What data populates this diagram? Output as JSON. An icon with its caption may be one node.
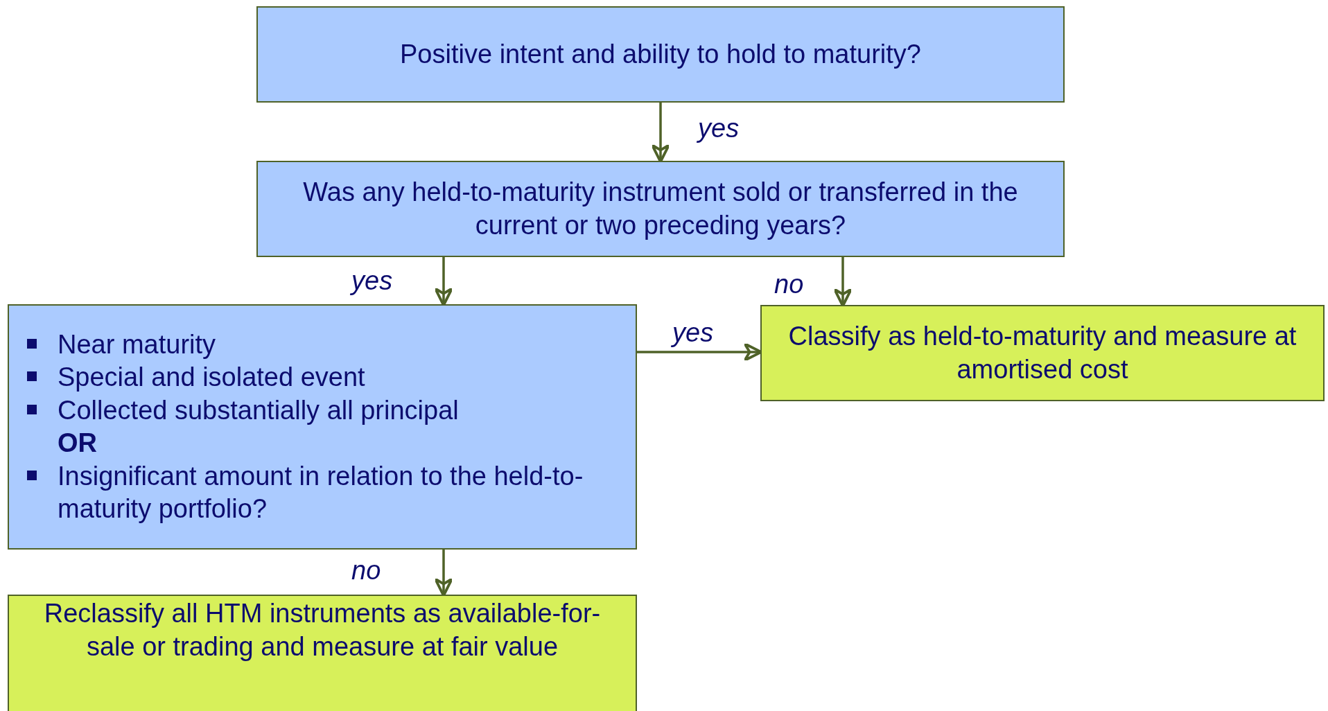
{
  "diagram": {
    "nodes": [
      {
        "text": [
          "Positive intent and ability to hold to maturity?"
        ]
      },
      {
        "text": [
          "Was any held-to-maturity instrument sold or transferred in the current or two preceding years?"
        ]
      },
      {
        "text": [
          "Near maturity",
          "Special and isolated event",
          "Collected substantially all principal",
          "OR",
          "Insignificant amount in relation to the held-to-maturity portfolio?"
        ]
      },
      {
        "text": [
          "Classify as held-to-maturity and measure at amortised cost"
        ]
      },
      {
        "text": [
          "Reclassify all HTM instruments as available-for-sale or trading and measure at fair value"
        ]
      }
    ],
    "edges": [
      {
        "from": 0,
        "to": 1,
        "arrow": "to",
        "label": "yes"
      },
      {
        "from": 1,
        "to": 2,
        "arrow": "to",
        "label": "yes"
      },
      {
        "from": 1,
        "to": 3,
        "arrow": "to",
        "label": "no"
      },
      {
        "from": 2,
        "to": 3,
        "arrow": "to",
        "label": "yes"
      },
      {
        "from": 2,
        "to": 4,
        "arrow": "to",
        "label": "no"
      }
    ]
  }
}
